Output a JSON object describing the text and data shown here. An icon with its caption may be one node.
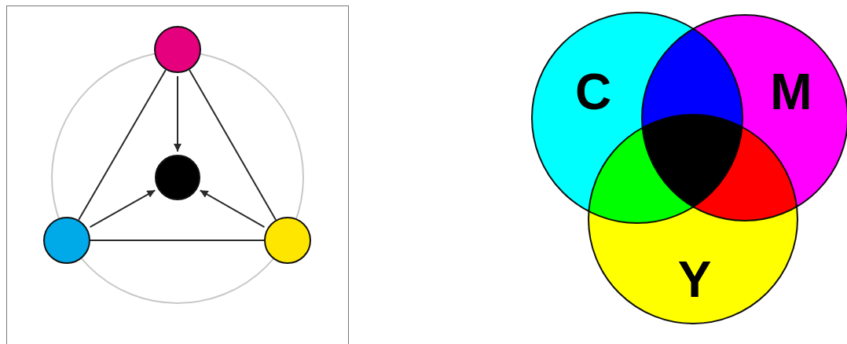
{
  "diagram": {
    "nodes": [
      {
        "text": [],
        "shape": "circle"
      },
      {
        "text": [],
        "shape": "circle"
      },
      {
        "text": [],
        "shape": "circle"
      },
      {
        "text": [],
        "shape": "circle"
      },
      {
        "text": [
          "C"
        ]
      },
      {
        "text": [
          "M"
        ]
      },
      {
        "text": [
          "Y"
        ]
      }
    ],
    "edges": [
      {
        "from": 0,
        "to": 1,
        "arrow": "none"
      },
      {
        "from": 0,
        "to": 2,
        "arrow": "none"
      },
      {
        "from": 1,
        "to": 2,
        "arrow": "none"
      },
      {
        "from": 0,
        "to": 3,
        "arrow": "to"
      },
      {
        "from": 1,
        "to": 3,
        "arrow": "to"
      },
      {
        "from": 2,
        "to": 3,
        "arrow": "to"
      }
    ]
  }
}
